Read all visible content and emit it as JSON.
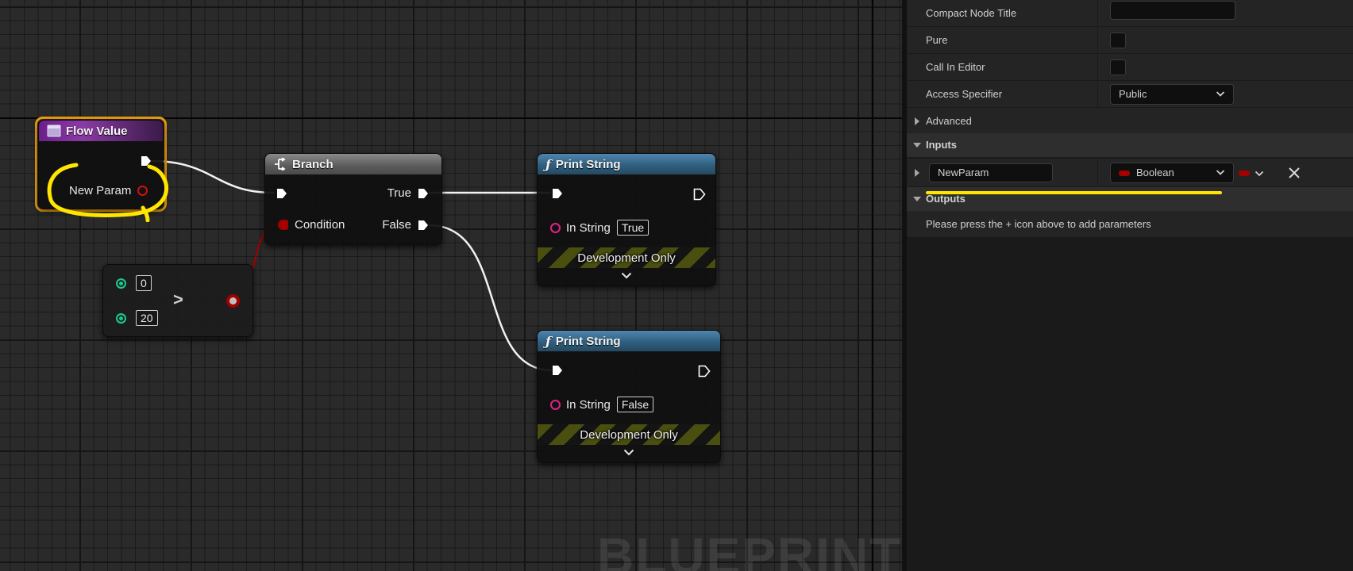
{
  "graph": {
    "watermark": "BLUEPRINT",
    "flow_value_node": {
      "title": "Flow Value",
      "output_label": "New Param"
    },
    "branch_node": {
      "title": "Branch",
      "condition_label": "Condition",
      "true_label": "True",
      "false_label": "False"
    },
    "compare_node": {
      "input_a": "0",
      "input_b": "20",
      "operator": ">"
    },
    "print_true": {
      "title": "Print String",
      "in_label": "In String",
      "in_value": "True",
      "dev_label": "Development Only"
    },
    "print_false": {
      "title": "Print String",
      "in_label": "In String",
      "in_value": "False",
      "dev_label": "Development Only"
    },
    "colors": {
      "exec": "#ffffff",
      "bool_pin": "#a30000",
      "string_pin": "#e0218a",
      "int_pin": "#1fc78a",
      "selection": "#f0a10e",
      "annotation": "#ffe600"
    }
  },
  "details": {
    "rows": [
      {
        "label": "Compact Node Title",
        "value": ""
      },
      {
        "label": "Pure"
      },
      {
        "label": "Call In Editor"
      },
      {
        "label": "Access Specifier",
        "value": "Public"
      }
    ],
    "advanced_label": "Advanced",
    "inputs_label": "Inputs",
    "input_param": {
      "name": "NewParam",
      "type": "Boolean"
    },
    "outputs_label": "Outputs",
    "outputs_hint": "Please press the + icon above to add parameters"
  }
}
